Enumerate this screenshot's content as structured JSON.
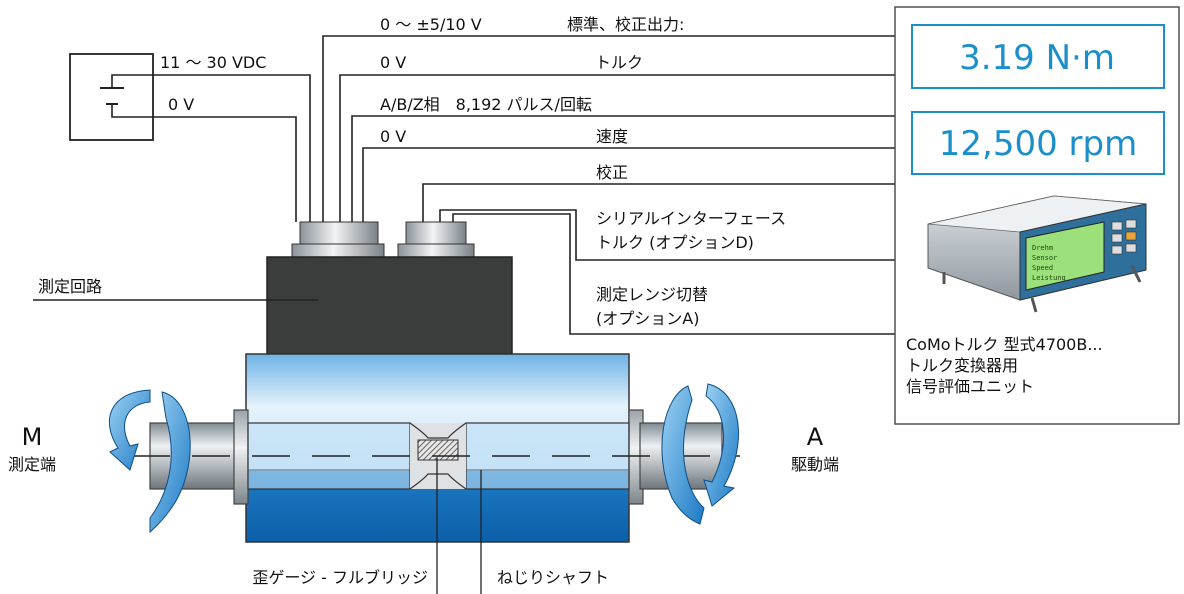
{
  "signals": {
    "torque_output": "0 ～ ±5/10 V",
    "torque_output_desc": "標準、校正出力:",
    "torque_zero": "0 V",
    "torque_label": "トルク",
    "encoder": "A/B/Z相　8,192 パルス/回転",
    "speed_zero": "0 V",
    "speed_label": "速度",
    "calibration_label": "校正",
    "serial_line1": "シリアルインターフェース",
    "serial_line2": "トルク (オプションD)",
    "range_line1": "測定レンジ切替",
    "range_line2": "(オプションA)"
  },
  "power": {
    "supply": "11 ～ 30 VDC",
    "ground": "0 V"
  },
  "labels": {
    "measuring_circuit": "測定回路",
    "m_letter": "M",
    "m_desc": "測定端",
    "a_letter": "A",
    "a_desc": "駆動端",
    "strain_gauge": "歪ゲージ - フルブリッジ",
    "torsion_shaft": "ねじりシャフト"
  },
  "display": {
    "torque_value": "3.19 N·m",
    "speed_value": "12,500 rpm",
    "accent_color": "#1a8fc9"
  },
  "unit": {
    "caption_line1": "CoMoトルク 型式4700B...",
    "caption_line2": "トルク変換器用",
    "caption_line3": "信号評価ユニット",
    "screen_text": [
      "Drehm",
      "Sensor",
      "Speed",
      "Leistung"
    ]
  }
}
